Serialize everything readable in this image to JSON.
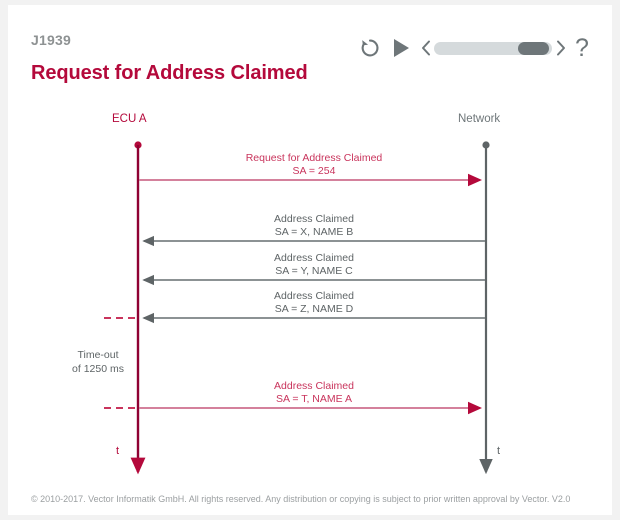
{
  "header": {
    "subtitle": "J1939",
    "title": "Request for Address Claimed"
  },
  "toolbar": {
    "replay_label": "replay",
    "play_label": "play",
    "prev_label": "previous step",
    "next_label": "next step",
    "help_label": "?",
    "slider_value": 92
  },
  "diagram": {
    "left_lane": "ECU A",
    "right_lane": "Network",
    "time_axis_left": "t",
    "time_axis_right": "t",
    "timeout_line1": "Time-out",
    "timeout_line2": "of 1250 ms",
    "messages": [
      {
        "line1": "Request for Address Claimed",
        "line2": "SA = 254",
        "direction": "right",
        "color": "crimson"
      },
      {
        "line1": "Address Claimed",
        "line2": "SA = X, NAME B",
        "direction": "left",
        "color": "gray"
      },
      {
        "line1": "Address Claimed",
        "line2": "SA = Y, NAME C",
        "direction": "left",
        "color": "gray"
      },
      {
        "line1": "Address Claimed",
        "line2": "SA = Z, NAME D",
        "direction": "left",
        "color": "gray"
      },
      {
        "line1": "Address Claimed",
        "line2": "SA = T, NAME A",
        "direction": "right",
        "color": "crimson"
      }
    ]
  },
  "footer": {
    "text": "© 2010-2017. Vector Informatik GmbH. All rights reserved. Any distribution or copying is subject to prior written approval by Vector. V2.0"
  },
  "colors": {
    "brand_crimson": "#b4093b",
    "message_crimson": "#c9345c",
    "arrow_pink": "#d4819c",
    "gray_line": "#7b8285",
    "gray_text": "#5e6466",
    "subtitle_gray": "#8e9293",
    "page_bg": "#f2f2f2"
  }
}
